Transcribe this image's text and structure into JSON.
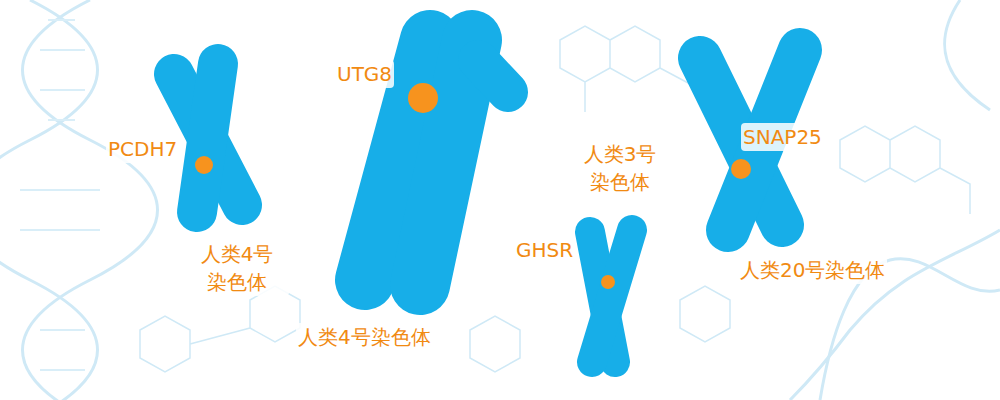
{
  "diagram": {
    "labels": [
      "UTG8",
      "SNAP25",
      "PCDH7",
      "人类3号 染色体",
      "人类4号 染色体",
      "GHSR",
      "人类20号染色体",
      "人类4号染色体"
    ]
  }
}
